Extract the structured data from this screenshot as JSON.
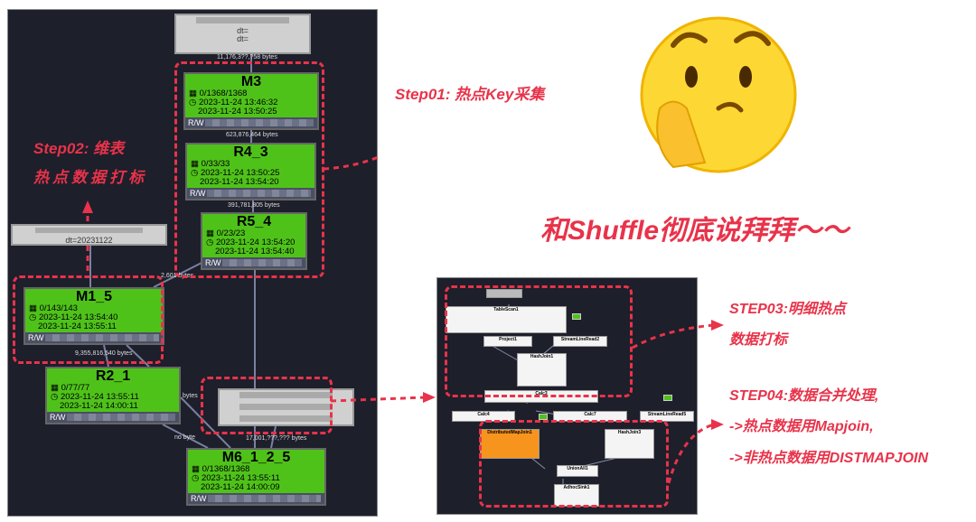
{
  "left_panel": {
    "source_box": {
      "lines": [
        "dt=",
        "dt="
      ]
    },
    "edges": [
      "11,176,3??,?58 bytes",
      "623,876,464 bytes",
      "391,781,805 bytes",
      "2,601 bytes",
      "9,355,816,540 bytes",
      "bytes",
      "no byte",
      "17,001,???,??? bytes"
    ],
    "dim_box": {
      "line": "dt=20231122"
    },
    "nodes": [
      {
        "name": "M3",
        "progress": "0/1368/1368",
        "start": "2023-11-24 13:46:32",
        "end": "2023-11-24 13:50:25",
        "rw": "R/W"
      },
      {
        "name": "R4_3",
        "progress": "0/33/33",
        "start": "2023-11-24 13:50:25",
        "end": "2023-11-24 13:54:20",
        "rw": "R/W"
      },
      {
        "name": "R5_4",
        "progress": "0/23/23",
        "start": "2023-11-24 13:54:20",
        "end": "2023-11-24 13:54:40",
        "rw": "R/W"
      },
      {
        "name": "M1_5",
        "progress": "0/143/143",
        "start": "2023-11-24 13:54:40",
        "end": "2023-11-24 13:55:11",
        "rw": "R/W"
      },
      {
        "name": "R2_1",
        "progress": "0/77/77",
        "start": "2023-11-24 13:55:11",
        "end": "2023-11-24 14:00:11",
        "rw": "R/W"
      },
      {
        "name": "M6_1_2_5",
        "progress": "0/1368/1368",
        "start": "2023-11-24 13:55:11",
        "end": "2023-11-24 14:00:09",
        "rw": "R/W"
      }
    ]
  },
  "annotations": {
    "step01": "Step01: 热点Key采集",
    "step02_l1": "Step02: 维表",
    "step02_l2": "热点数据打标",
    "headline": "和Shuffle彻底说拜拜～～",
    "step03_l1": "STEP03:明细热点",
    "step03_l2": "数据打标",
    "step04_l1": "STEP04:数据合并处理,",
    "step04_l2": "->热点数据用Mapjoin,",
    "step04_l3": "->非热点数据用DISTMAPJOIN"
  },
  "right_panel": {
    "ops": [
      "TableScan1",
      "Project1",
      "StreamLineRead2",
      "HashJoin1",
      "Calc3",
      "Calc4",
      "Calc7",
      "StreamLineRead5",
      "DistributedMapJoin1",
      "HashJoin3",
      "UnionAll1",
      "AdhocSink1"
    ]
  },
  "colors": {
    "accent": "#e8334a",
    "node_green": "#4fc21a",
    "panel_bg": "#1d1f2b",
    "orange": "#f7941d"
  }
}
